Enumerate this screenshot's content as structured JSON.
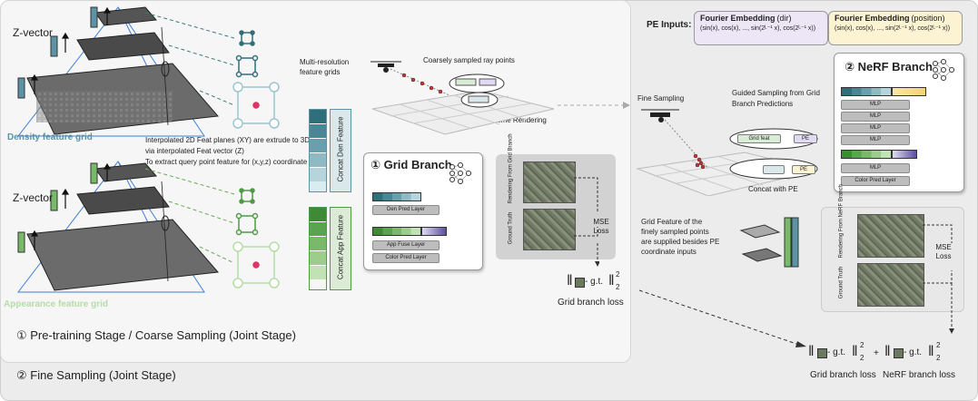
{
  "stage1_label": "① Pre-training Stage / Coarse Sampling (Joint Stage)",
  "stage2_label": "② Fine Sampling (Joint Stage)",
  "z_vector_top": "Z-vector",
  "z_vector_bottom": "Z-vector",
  "density_grid_label": "Density feature grid",
  "appearance_grid_label": "Appearance feature grid",
  "interp_note": [
    "Interpolated 2D Feat planes (XY) are extrude to 3D",
    "via interpolated Feat vector (Z)",
    "To extract query point feature for (x,y,z) coordinate"
  ],
  "multires_label": [
    "Multi-resolution",
    "feature grids"
  ],
  "coarse_points_label": "Coarsely sampled ray points",
  "volume_rendering_label": "Volume Rendering",
  "concat_den_label": "Concat Den Feature",
  "concat_app_label": "Concat App Feature",
  "grid_branch": {
    "title": "① Grid Branch",
    "den_layer": "Den Pred Layer",
    "app_fuse_layer": "App Fuse Layer",
    "color_layer": "Color Pred Layer"
  },
  "grid_render": {
    "rendering_label": "Rendering From Grid Branch",
    "gt_label": "Ground Truth",
    "mse_label": "MSE Loss"
  },
  "grid_loss_label": "Grid branch loss",
  "formula": {
    "minus_gt": "- g.t.",
    "sup": "2",
    "sub": "2",
    "plus": "+"
  },
  "pe_inputs_label": "PE Inputs:",
  "embed_dir": {
    "title": "Fourier Embedding",
    "suffix": "(dir)",
    "formula": "(sin(x), cos(x), ..., sin(2ᴸ⁻¹ x), cos(2ᴸ⁻¹ x))"
  },
  "embed_pos": {
    "title": "Fourier Embedding",
    "suffix": "(position)",
    "formula": "(sin(x), cos(x), ..., sin(2ᴸ⁻¹ x), cos(2ᴸ⁻¹ x))"
  },
  "nerf_branch": {
    "title": "② NeRF Branch",
    "mlp": "MLP",
    "color_layer": "Color Pred Layer"
  },
  "fine_sampling_label": "Fine Sampling",
  "guided_label": [
    "Guided Sampling from Grid",
    "Branch Predictions"
  ],
  "grid_feat_label": "Grid feat",
  "pe_label": "PE",
  "concat_pe_label": "Concat with PE",
  "grid_feature_note": [
    "Grid Feature of the",
    "finely sampled points",
    "are supplied besides PE",
    "coordinate inputs"
  ],
  "nerf_render": {
    "rendering_label": "Rendering From NeRF Branch",
    "gt_label": "Ground Truth",
    "mse_label": "MSE Loss"
  },
  "final_grid_loss_label": "Grid branch loss",
  "final_nerf_loss_label": "NeRF branch loss",
  "colors": {
    "density": "#5d93a5",
    "appearance": "#7ab86a",
    "embed_dir_bg": "#ece6f6",
    "embed_pos_bg": "#fbf3d2",
    "purple": "#7a6fb2",
    "yellow": "#f1d27a",
    "blue_edge": "#3f7fd6"
  }
}
